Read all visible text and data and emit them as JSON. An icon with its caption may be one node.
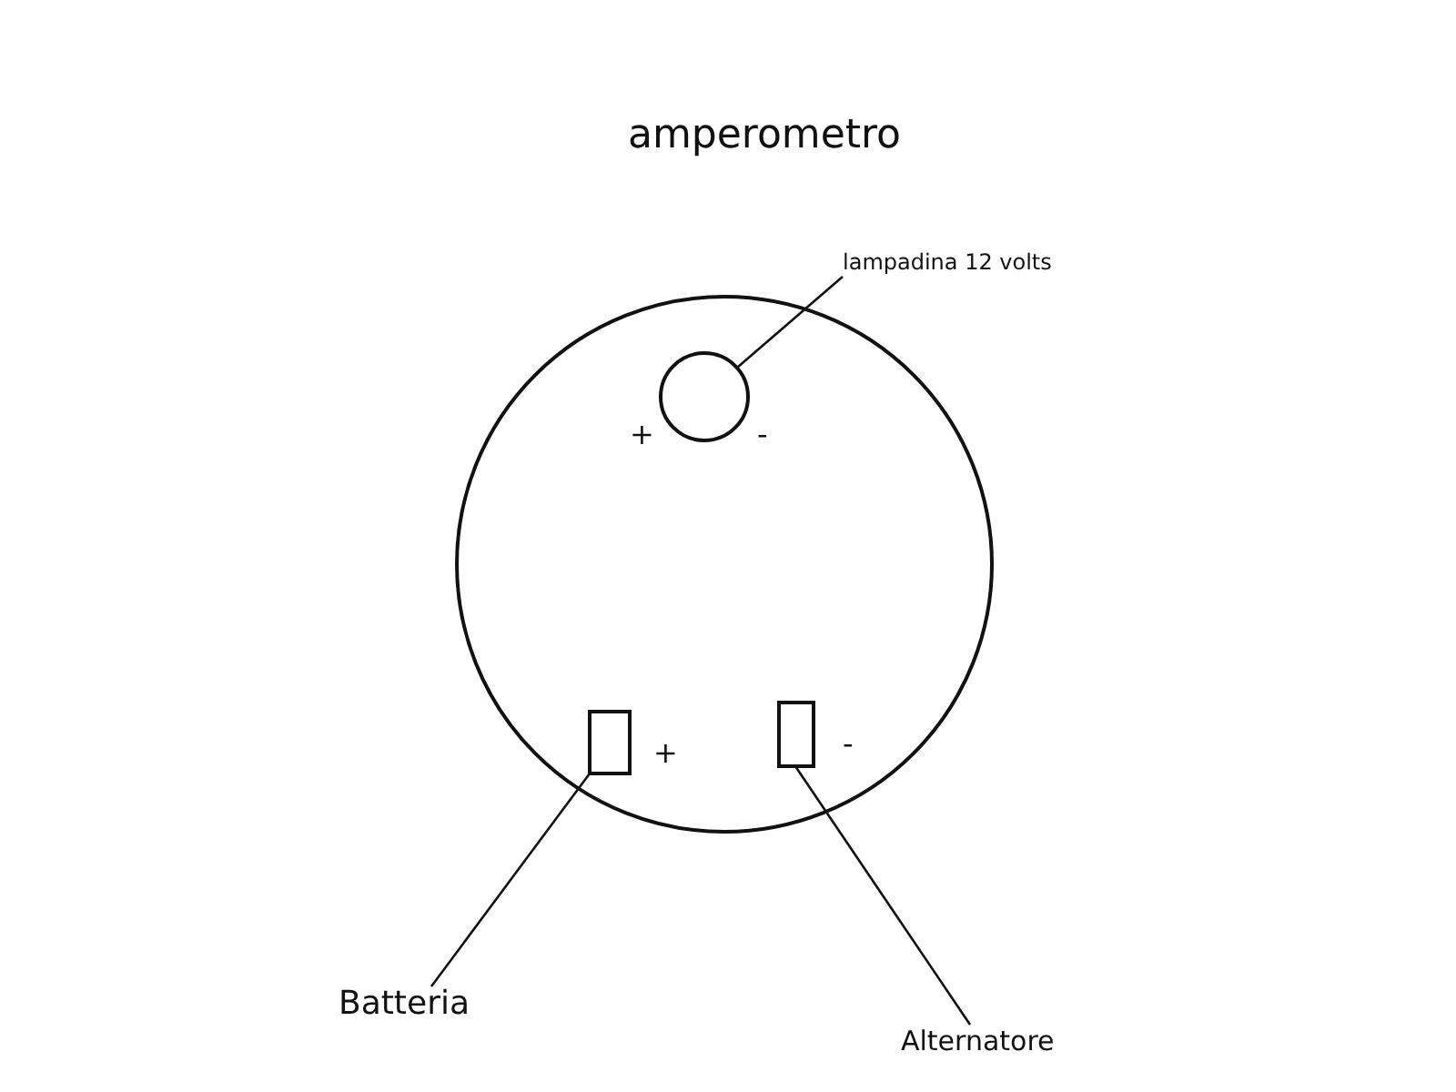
{
  "diagram": {
    "title": "amperometro",
    "nodes": [
      {
        "text": [],
        "shape": "circle"
      },
      {
        "text": [
          "lampadina 12 volts"
        ]
      },
      {
        "text": [],
        "shape": "circle",
        "in": 0,
        "beside": [
          "+",
          "-"
        ]
      },
      {
        "text": [],
        "shape": "box",
        "in": 0,
        "beside": [
          "+"
        ]
      },
      {
        "text": [],
        "shape": "box",
        "in": 0,
        "beside": [
          "-"
        ]
      },
      {
        "text": [
          "Batteria"
        ]
      },
      {
        "text": [
          "Alternatore"
        ]
      }
    ],
    "edges": [
      {
        "from": 1,
        "to": 2,
        "arrow": "none"
      },
      {
        "from": 5,
        "to": 3,
        "arrow": "none"
      },
      {
        "from": 6,
        "to": 4,
        "arrow": "none"
      }
    ]
  }
}
